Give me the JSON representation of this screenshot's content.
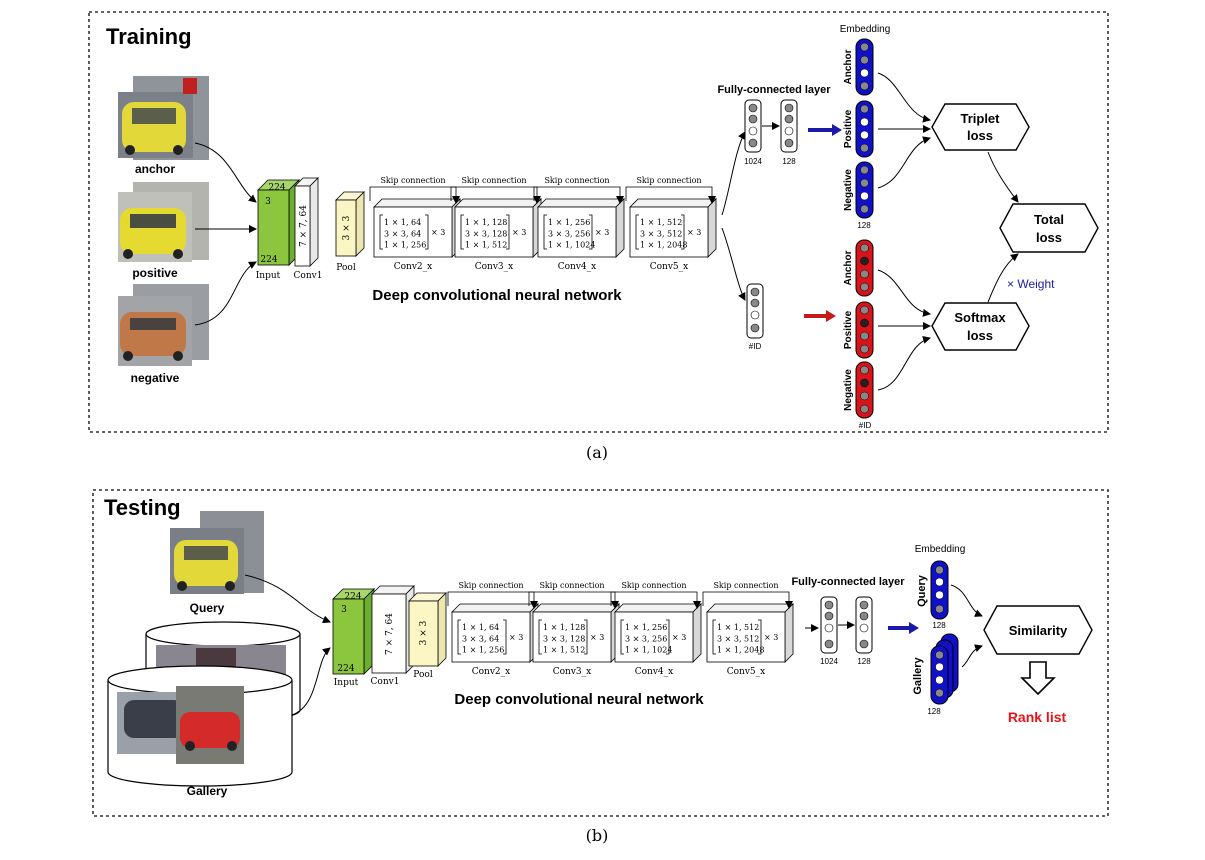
{
  "training": {
    "title": "Training",
    "caption": "(a)",
    "images": [
      "anchor",
      "positive",
      "negative"
    ],
    "network_label": "Deep convolutional neural network",
    "input": {
      "label": "Input",
      "top": "224",
      "mid": "3",
      "bottom": "224"
    },
    "conv1": {
      "label": "Conv1",
      "text": "7 × 7, 64"
    },
    "pool": {
      "label": "Pool",
      "text": "3 × 3"
    },
    "blocks": [
      {
        "label": "Conv2_x",
        "skip": "Skip connection",
        "rows": [
          "1 × 1, 64",
          "3 × 3, 64",
          "1 × 1, 256"
        ],
        "mult": "× 3"
      },
      {
        "label": "Conv3_x",
        "skip": "Skip connection",
        "rows": [
          "1 × 1, 128",
          "3 × 3, 128",
          "1 × 1, 512"
        ],
        "mult": "× 3"
      },
      {
        "label": "Conv4_x",
        "skip": "Skip connection",
        "rows": [
          "1 × 1, 256",
          "3 × 3, 256",
          "1 × 1, 1024"
        ],
        "mult": "× 3"
      },
      {
        "label": "Conv5_x",
        "skip": "Skip connection",
        "rows": [
          "1 × 1, 512",
          "3 × 3, 512",
          "1 × 1, 2048"
        ],
        "mult": "× 3"
      }
    ],
    "fc_label": "Fully-connected layer",
    "fc1_size": "1024",
    "fc2_size": "128",
    "id_size": "#ID",
    "embedding_label": "Embedding",
    "blue_columns": [
      "Anchor",
      "Positive",
      "Negative"
    ],
    "blue_size": "128",
    "red_columns": [
      "Anchor",
      "Positive",
      "Negative"
    ],
    "red_size": "#ID",
    "triplet_loss": [
      "Triplet",
      "loss"
    ],
    "softmax_loss": [
      "Softmax",
      "loss"
    ],
    "total_loss": [
      "Total",
      "loss"
    ],
    "weight_label": "× Weight"
  },
  "testing": {
    "title": "Testing",
    "caption": "(b)",
    "query_label": "Query",
    "gallery_label": "Gallery",
    "network_label": "Deep convolutional neural network",
    "input": {
      "label": "Input",
      "top": "224",
      "mid": "3",
      "bottom": "224"
    },
    "conv1": {
      "label": "Conv1",
      "text": "7 × 7, 64"
    },
    "pool": {
      "label": "Pool",
      "text": "3 × 3"
    },
    "blocks": [
      {
        "label": "Conv2_x",
        "skip": "Skip connection",
        "rows": [
          "1 × 1, 64",
          "3 × 3, 64",
          "1 × 1, 256"
        ],
        "mult": "× 3"
      },
      {
        "label": "Conv3_x",
        "skip": "Skip connection",
        "rows": [
          "1 × 1, 128",
          "3 × 3, 128",
          "1 × 1, 512"
        ],
        "mult": "× 3"
      },
      {
        "label": "Conv4_x",
        "skip": "Skip connection",
        "rows": [
          "1 × 1, 256",
          "3 × 3, 256",
          "1 × 1, 1024"
        ],
        "mult": "× 3"
      },
      {
        "label": "Conv5_x",
        "skip": "Skip connection",
        "rows": [
          "1 × 1, 512",
          "3 × 3, 512",
          "1 × 1, 2048"
        ],
        "mult": "× 3"
      }
    ],
    "fc_label": "Fully-connected layer",
    "fc1_size": "1024",
    "fc2_size": "128",
    "embedding_label": "Embedding",
    "query_col": "Query",
    "gallery_col": "Gallery",
    "col_size": "128",
    "similarity": "Similarity",
    "rank_list": "Rank list"
  },
  "colors": {
    "blue": "#1010c8",
    "red": "#d8141a",
    "rank_red": "#e8141a",
    "input_green": "#8cc63f",
    "pool_yellow": "#fbf6c4",
    "arrow_blue": "#1a1aa8",
    "arrow_red": "#c41a1a"
  }
}
